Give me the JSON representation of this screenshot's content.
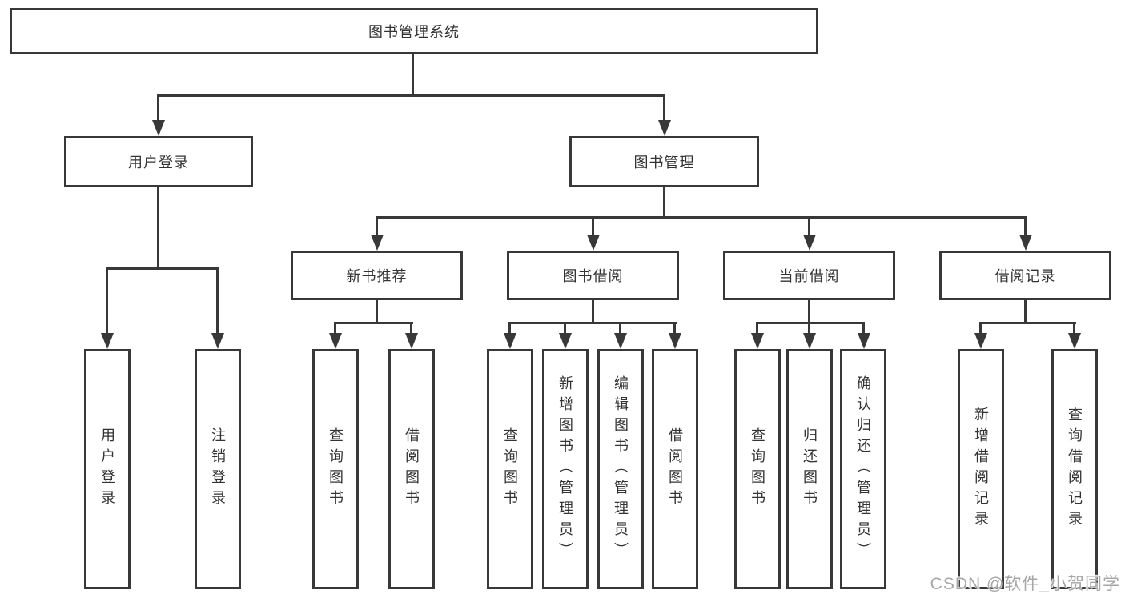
{
  "colors": {
    "line": "#383838",
    "text": "#333333",
    "watermark": "#a6a6a6",
    "background": "#ffffff"
  },
  "watermark": {
    "text": "CSDN @软件_小贺同学"
  },
  "tree": {
    "label": "图书管理系统",
    "children": [
      {
        "label": "用户登录",
        "children": [
          {
            "label": "用户登录"
          },
          {
            "label": "注销登录"
          }
        ]
      },
      {
        "label": "图书管理",
        "children": [
          {
            "label": "新书推荐",
            "children": [
              {
                "label": "查询图书"
              },
              {
                "label": "借阅图书"
              }
            ]
          },
          {
            "label": "图书借阅",
            "children": [
              {
                "label": "查询图书"
              },
              {
                "label": "新增图书（管理员）"
              },
              {
                "label": "编辑图书（管理员）"
              },
              {
                "label": "借阅图书"
              }
            ]
          },
          {
            "label": "当前借阅",
            "children": [
              {
                "label": "查询图书"
              },
              {
                "label": "归还图书"
              },
              {
                "label": "确认归还（管理员）"
              }
            ]
          },
          {
            "label": "借阅记录",
            "children": [
              {
                "label": "新增借阅记录"
              },
              {
                "label": "查询借阅记录"
              }
            ]
          }
        ]
      }
    ]
  }
}
